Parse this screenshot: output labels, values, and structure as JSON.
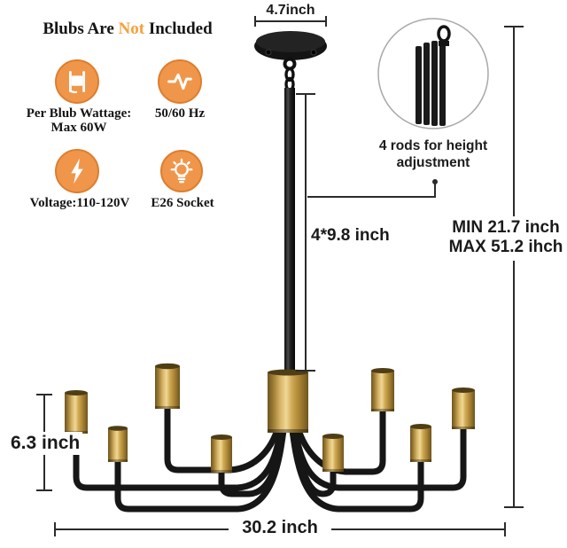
{
  "title": {
    "before": "Blubs Are ",
    "highlight": "Not",
    "after": " Included"
  },
  "specs": [
    {
      "icon": "wattage-spool-icon",
      "lines": [
        "Per Blub Wattage:",
        "Max 60W"
      ]
    },
    {
      "icon": "frequency-wave-icon",
      "lines": [
        "50/60 Hz"
      ]
    },
    {
      "icon": "voltage-bolt-icon",
      "lines": [
        "Voltage:110-120V"
      ]
    },
    {
      "icon": "bulb-socket-icon",
      "lines": [
        "E26 Socket"
      ]
    }
  ],
  "dimensions": {
    "canopy_width": "4.7inch",
    "rod_sections": "4*9.8 inch",
    "height_min": "MIN 21.7 inch",
    "height_max": "MAX 51.2 ihch",
    "arm_height": "6.3 inch",
    "overall_width": "30.2 inch"
  },
  "callout": {
    "line1": "4 rods for height",
    "line2": "adjustment"
  },
  "colors": {
    "accent_orange": "#F0964B",
    "accent_orange_border": "#DD7E2F",
    "highlight_orange": "#F5A13D",
    "brass": "#C9A254",
    "metal_black": "#161616",
    "dimension_line": "#2B2B2B"
  }
}
